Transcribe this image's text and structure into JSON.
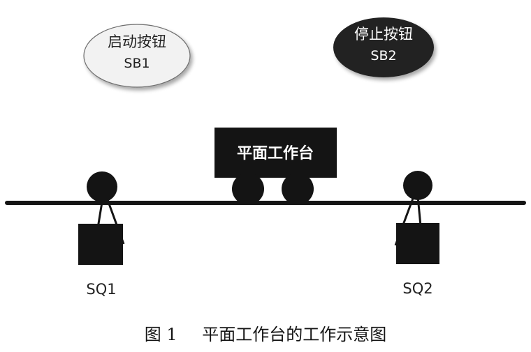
{
  "start_button": {
    "label": "启动按钮",
    "code": "SB1"
  },
  "stop_button": {
    "label": "停止按钮",
    "code": "SB2"
  },
  "worktable": {
    "label": "平面工作台"
  },
  "switch_left": {
    "label": "SQ1"
  },
  "switch_right": {
    "label": "SQ2"
  },
  "caption": {
    "number": "图 1",
    "text": "平面工作台的工作示意图"
  },
  "colors": {
    "ink": "#141414",
    "start_fill": "#f2f2f2",
    "stop_fill": "#222222",
    "on_dark_text": "#ffffff",
    "on_light_text": "#222222"
  }
}
